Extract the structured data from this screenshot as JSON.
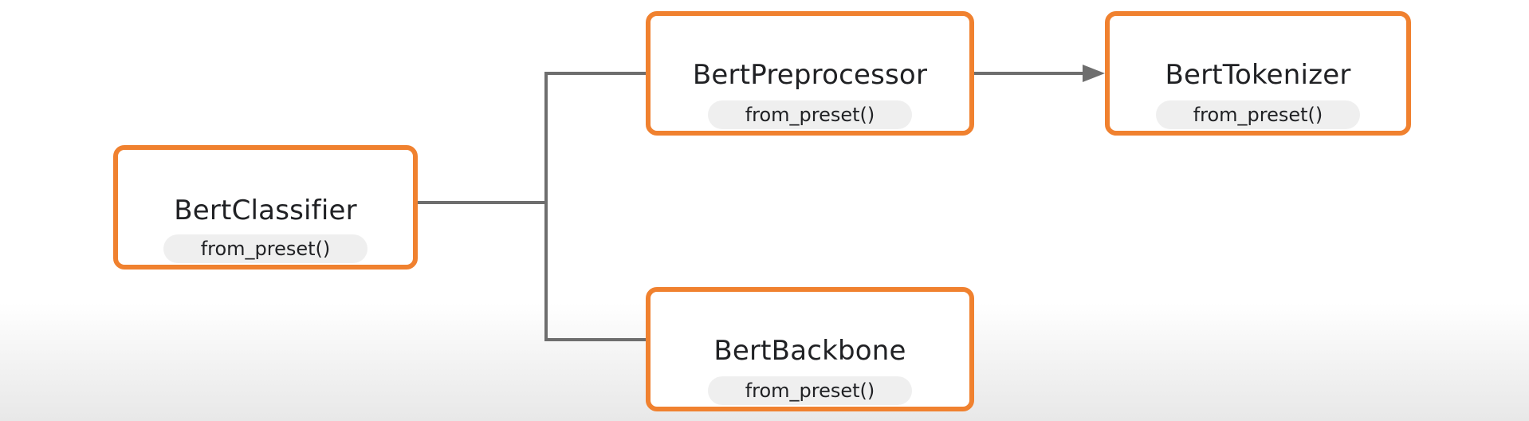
{
  "nodes": {
    "classifier": {
      "title": "BertClassifier",
      "method": "from_preset()"
    },
    "preprocessor": {
      "title": "BertPreprocessor",
      "method": "from_preset()"
    },
    "tokenizer": {
      "title": "BertTokenizer",
      "method": "from_preset()"
    },
    "backbone": {
      "title": "BertBackbone",
      "method": "from_preset()"
    }
  },
  "edges": [
    {
      "from": "classifier",
      "to": "preprocessor",
      "arrow": false
    },
    {
      "from": "classifier",
      "to": "backbone",
      "arrow": false
    },
    {
      "from": "preprocessor",
      "to": "tokenizer",
      "arrow": true
    }
  ],
  "colors": {
    "node_border": "#f0812f",
    "connector": "#6e6e6e",
    "pill_background": "#efefef",
    "text": "#202124"
  }
}
